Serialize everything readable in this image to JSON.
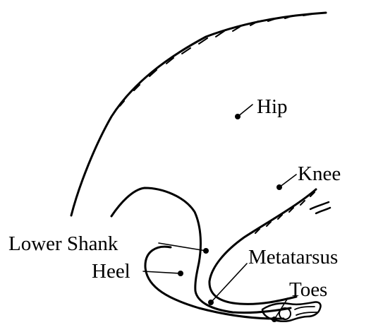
{
  "diagram": {
    "ink_color": "#000000",
    "background_color": "#ffffff",
    "landmarks": [
      {
        "id": "hip",
        "label": "Hip"
      },
      {
        "id": "knee",
        "label": "Knee"
      },
      {
        "id": "lower-shank",
        "label": "Lower Shank"
      },
      {
        "id": "heel",
        "label": "Heel"
      },
      {
        "id": "metatarsus",
        "label": "Metatarsus"
      },
      {
        "id": "toes",
        "label": "Toes"
      }
    ]
  }
}
